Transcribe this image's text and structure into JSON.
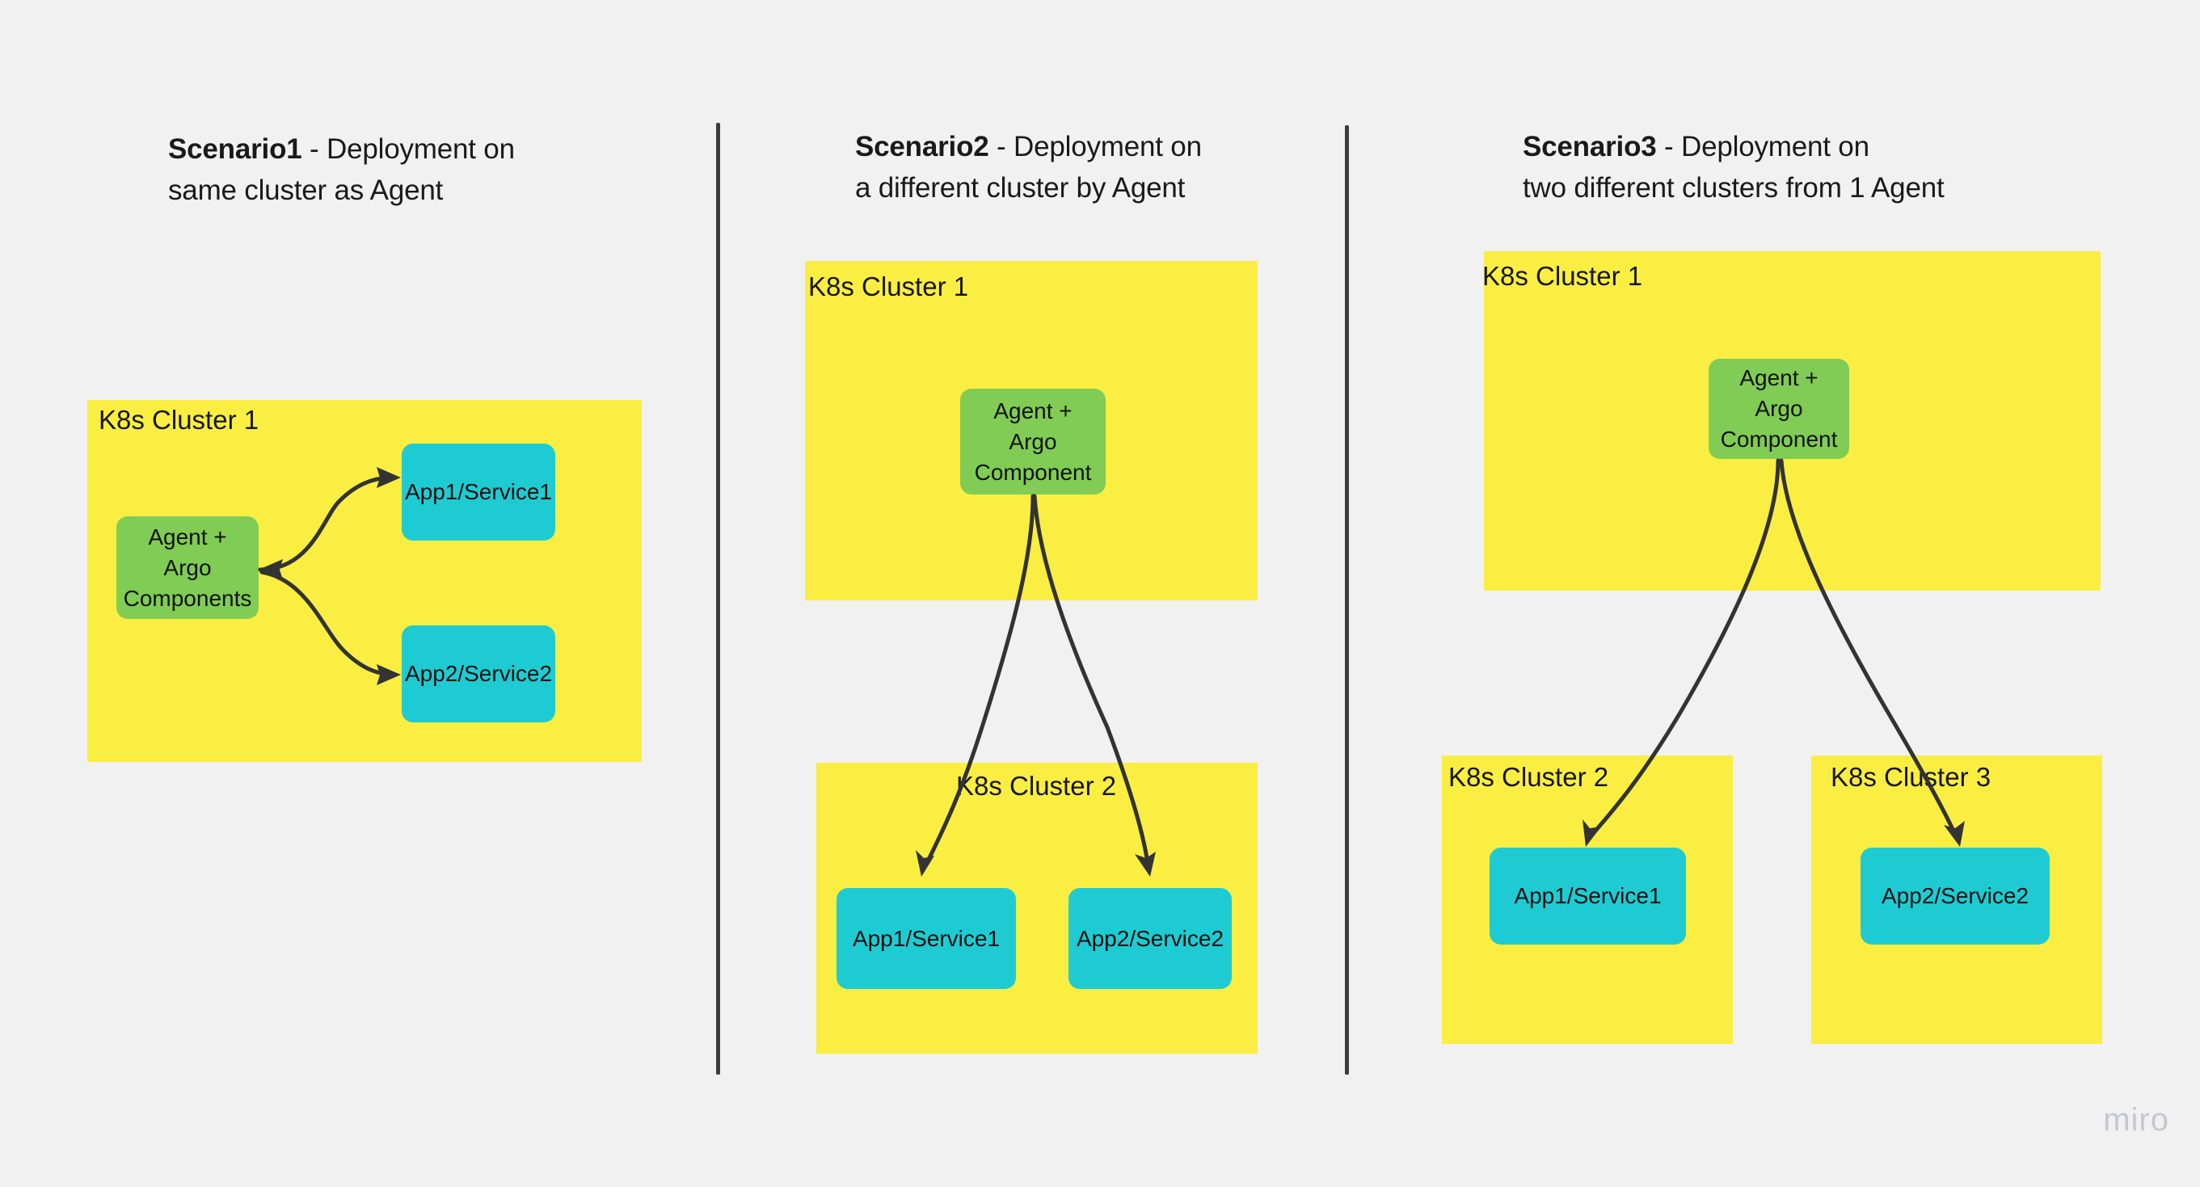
{
  "canvas": {
    "background_color": "#f1f1f1",
    "watermark": "miro"
  },
  "palette": {
    "cluster_yellow": "#faee42",
    "agent_green": "#80cc54",
    "app_cyan": "#1fcbd2",
    "arrow_dark": "#333333",
    "divider_dark": "#3c3c3c",
    "text_dark": "#1a1a1a",
    "watermark_gray": "#c6c6d0"
  },
  "scenarios": [
    {
      "id": "scenario-1",
      "title_lead": "Scenario1",
      "title_rest": " - Deployment on\nsame cluster as Agent",
      "clusters": [
        {
          "label": "K8s Cluster 1"
        }
      ],
      "nodes": [
        {
          "label": "Agent + Argo\nComponents",
          "kind": "agent"
        },
        {
          "label": "App1/Service1",
          "kind": "app"
        },
        {
          "label": "App2/Service2",
          "kind": "app"
        }
      ]
    },
    {
      "id": "scenario-2",
      "title_lead": "Scenario2",
      "title_rest": " - Deployment on\na different cluster by Agent",
      "clusters": [
        {
          "label": "K8s Cluster 1"
        },
        {
          "label": "K8s Cluster 2"
        }
      ],
      "nodes": [
        {
          "label": "Agent +\nArgo\nComponent",
          "kind": "agent"
        },
        {
          "label": "App1/Service1",
          "kind": "app"
        },
        {
          "label": "App2/Service2",
          "kind": "app"
        }
      ]
    },
    {
      "id": "scenario-3",
      "title_lead": "Scenario3",
      "title_rest": " - Deployment on\ntwo different clusters from 1 Agent",
      "clusters": [
        {
          "label": "K8s Cluster 1"
        },
        {
          "label": "K8s Cluster 2"
        },
        {
          "label": "K8s Cluster 3"
        }
      ],
      "nodes": [
        {
          "label": "Agent +\nArgo\nComponent",
          "kind": "agent"
        },
        {
          "label": "App1/Service1",
          "kind": "app"
        },
        {
          "label": "App2/Service2",
          "kind": "app"
        }
      ]
    }
  ]
}
